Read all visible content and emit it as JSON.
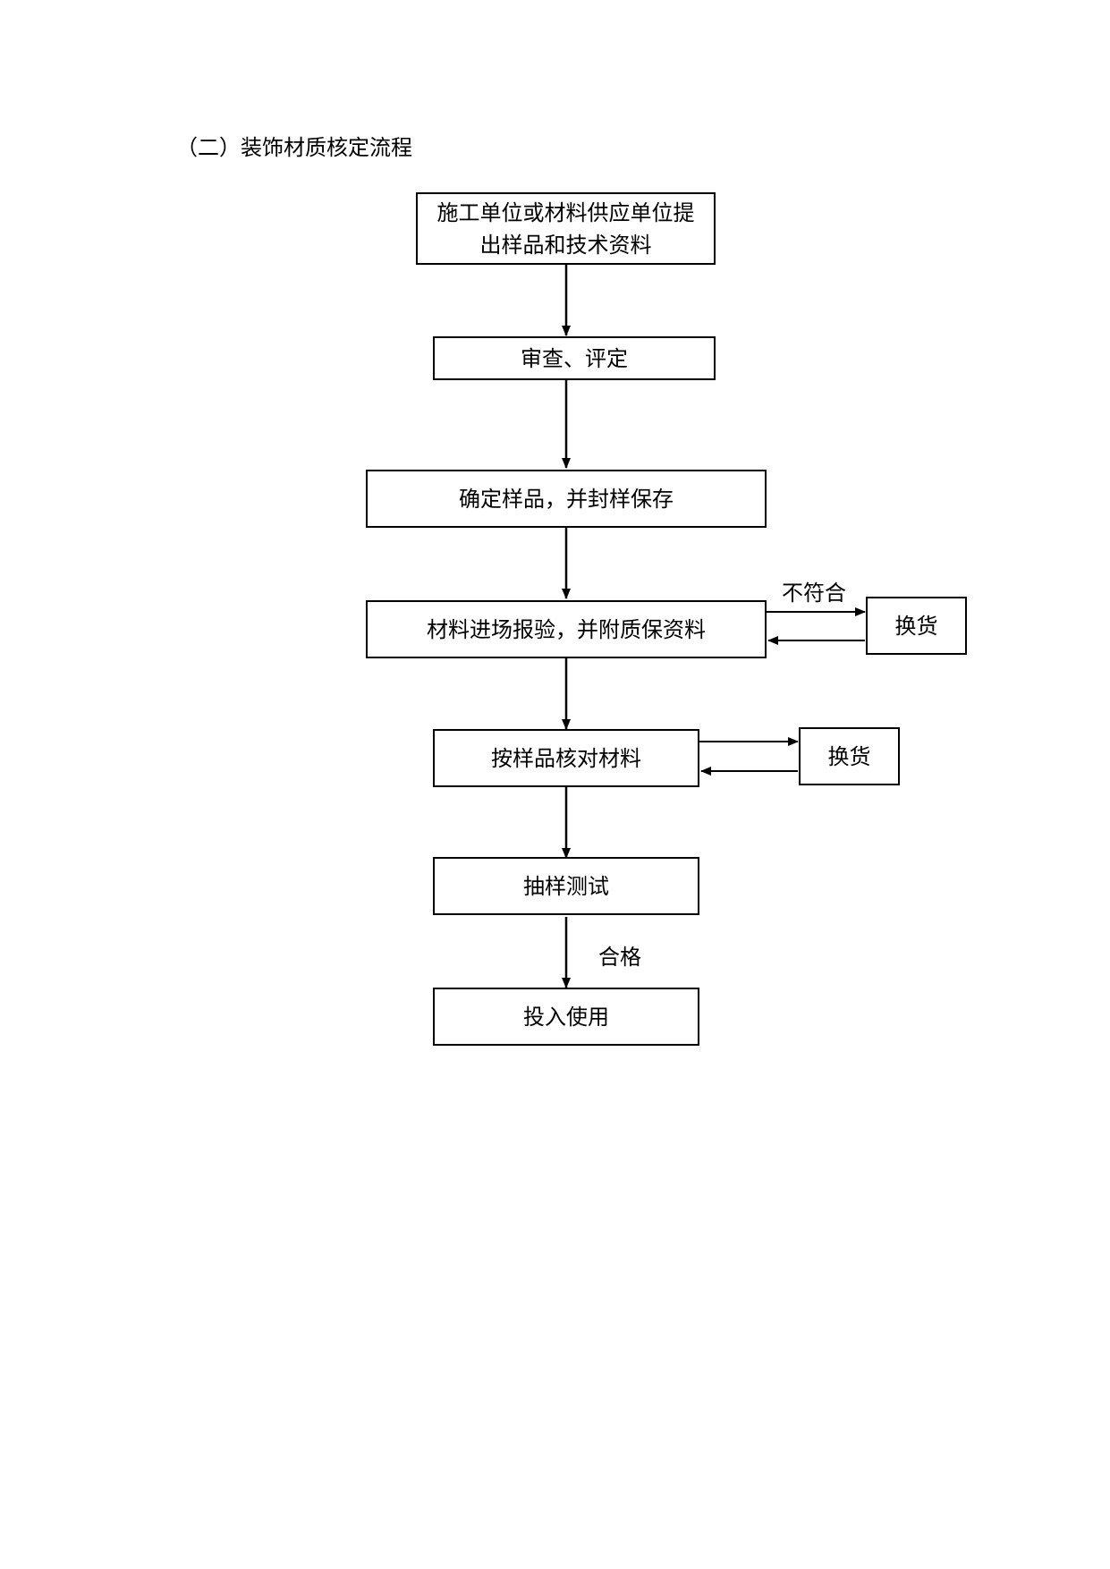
{
  "heading": "（二）装饰材质核定流程",
  "nodes": {
    "submit": "施工单位或材料供应单位提出样品和技术资料",
    "review": "审查、评定",
    "confirm": "确定样品，并封样保存",
    "inspect": "材料进场报验，并附质保资料",
    "exchange_1": "换货",
    "check": "按样品核对材料",
    "exchange_2": "换货",
    "test": "抽样测试",
    "use": "投入使用"
  },
  "edge_labels": {
    "nonconforming": "不符合",
    "qualified": "合格"
  }
}
